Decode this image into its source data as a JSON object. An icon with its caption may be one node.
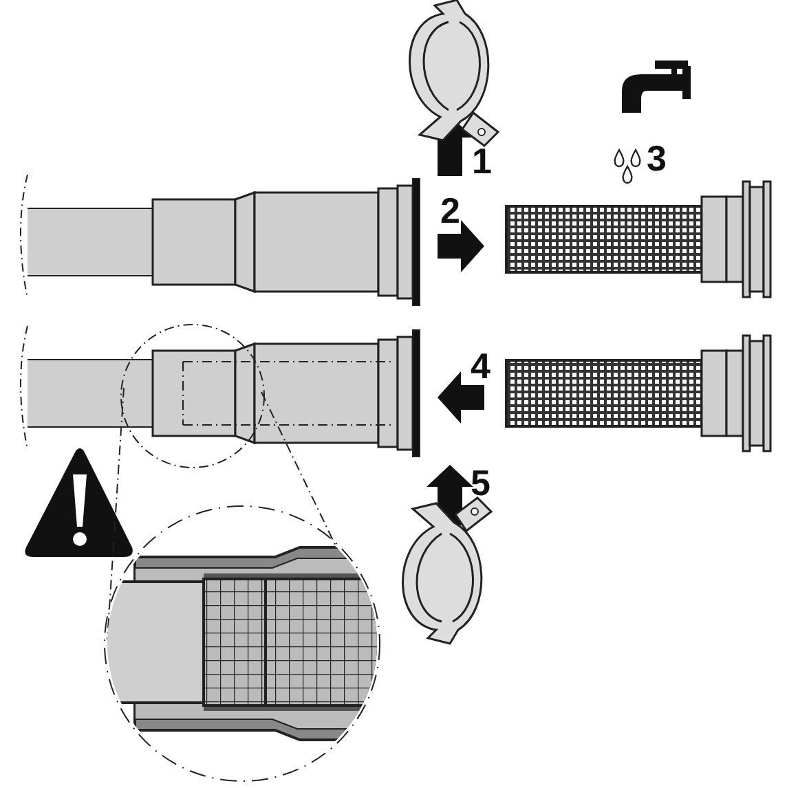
{
  "diagram": {
    "labels": [
      "1",
      "3",
      "2",
      "4",
      "5"
    ]
  }
}
